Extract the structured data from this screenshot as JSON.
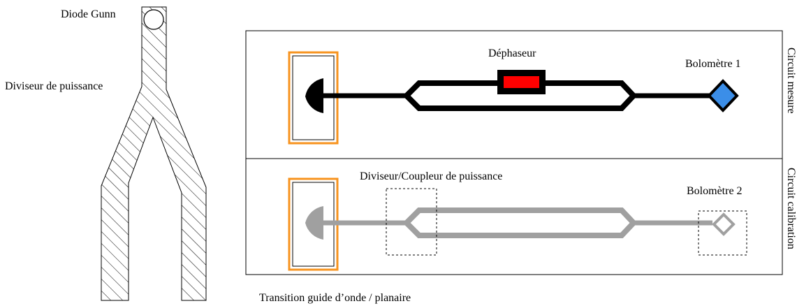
{
  "labels": {
    "gunn_diode": "Diode Gunn",
    "power_divider": "Diviseur de puissance",
    "phase_shifter": "Déphaseur",
    "bolometer_1": "Bolomètre 1",
    "bolometer_2": "Bolomètre 2",
    "divider_coupler": "Diviseur/Coupleur de puissance",
    "transition": "Transition guide d’onde / planaire",
    "measurement_circuit": "Circuit mesure",
    "calibration_circuit": "Circuit calibration"
  },
  "colors": {
    "line_black": "#000000",
    "line_gray": "#a0a0a0",
    "transition_frame": "#f7931e",
    "phase_shifter_fill": "#ff0000",
    "bolometer_1_fill": "#3b8ee8",
    "hatch": "#000000"
  }
}
